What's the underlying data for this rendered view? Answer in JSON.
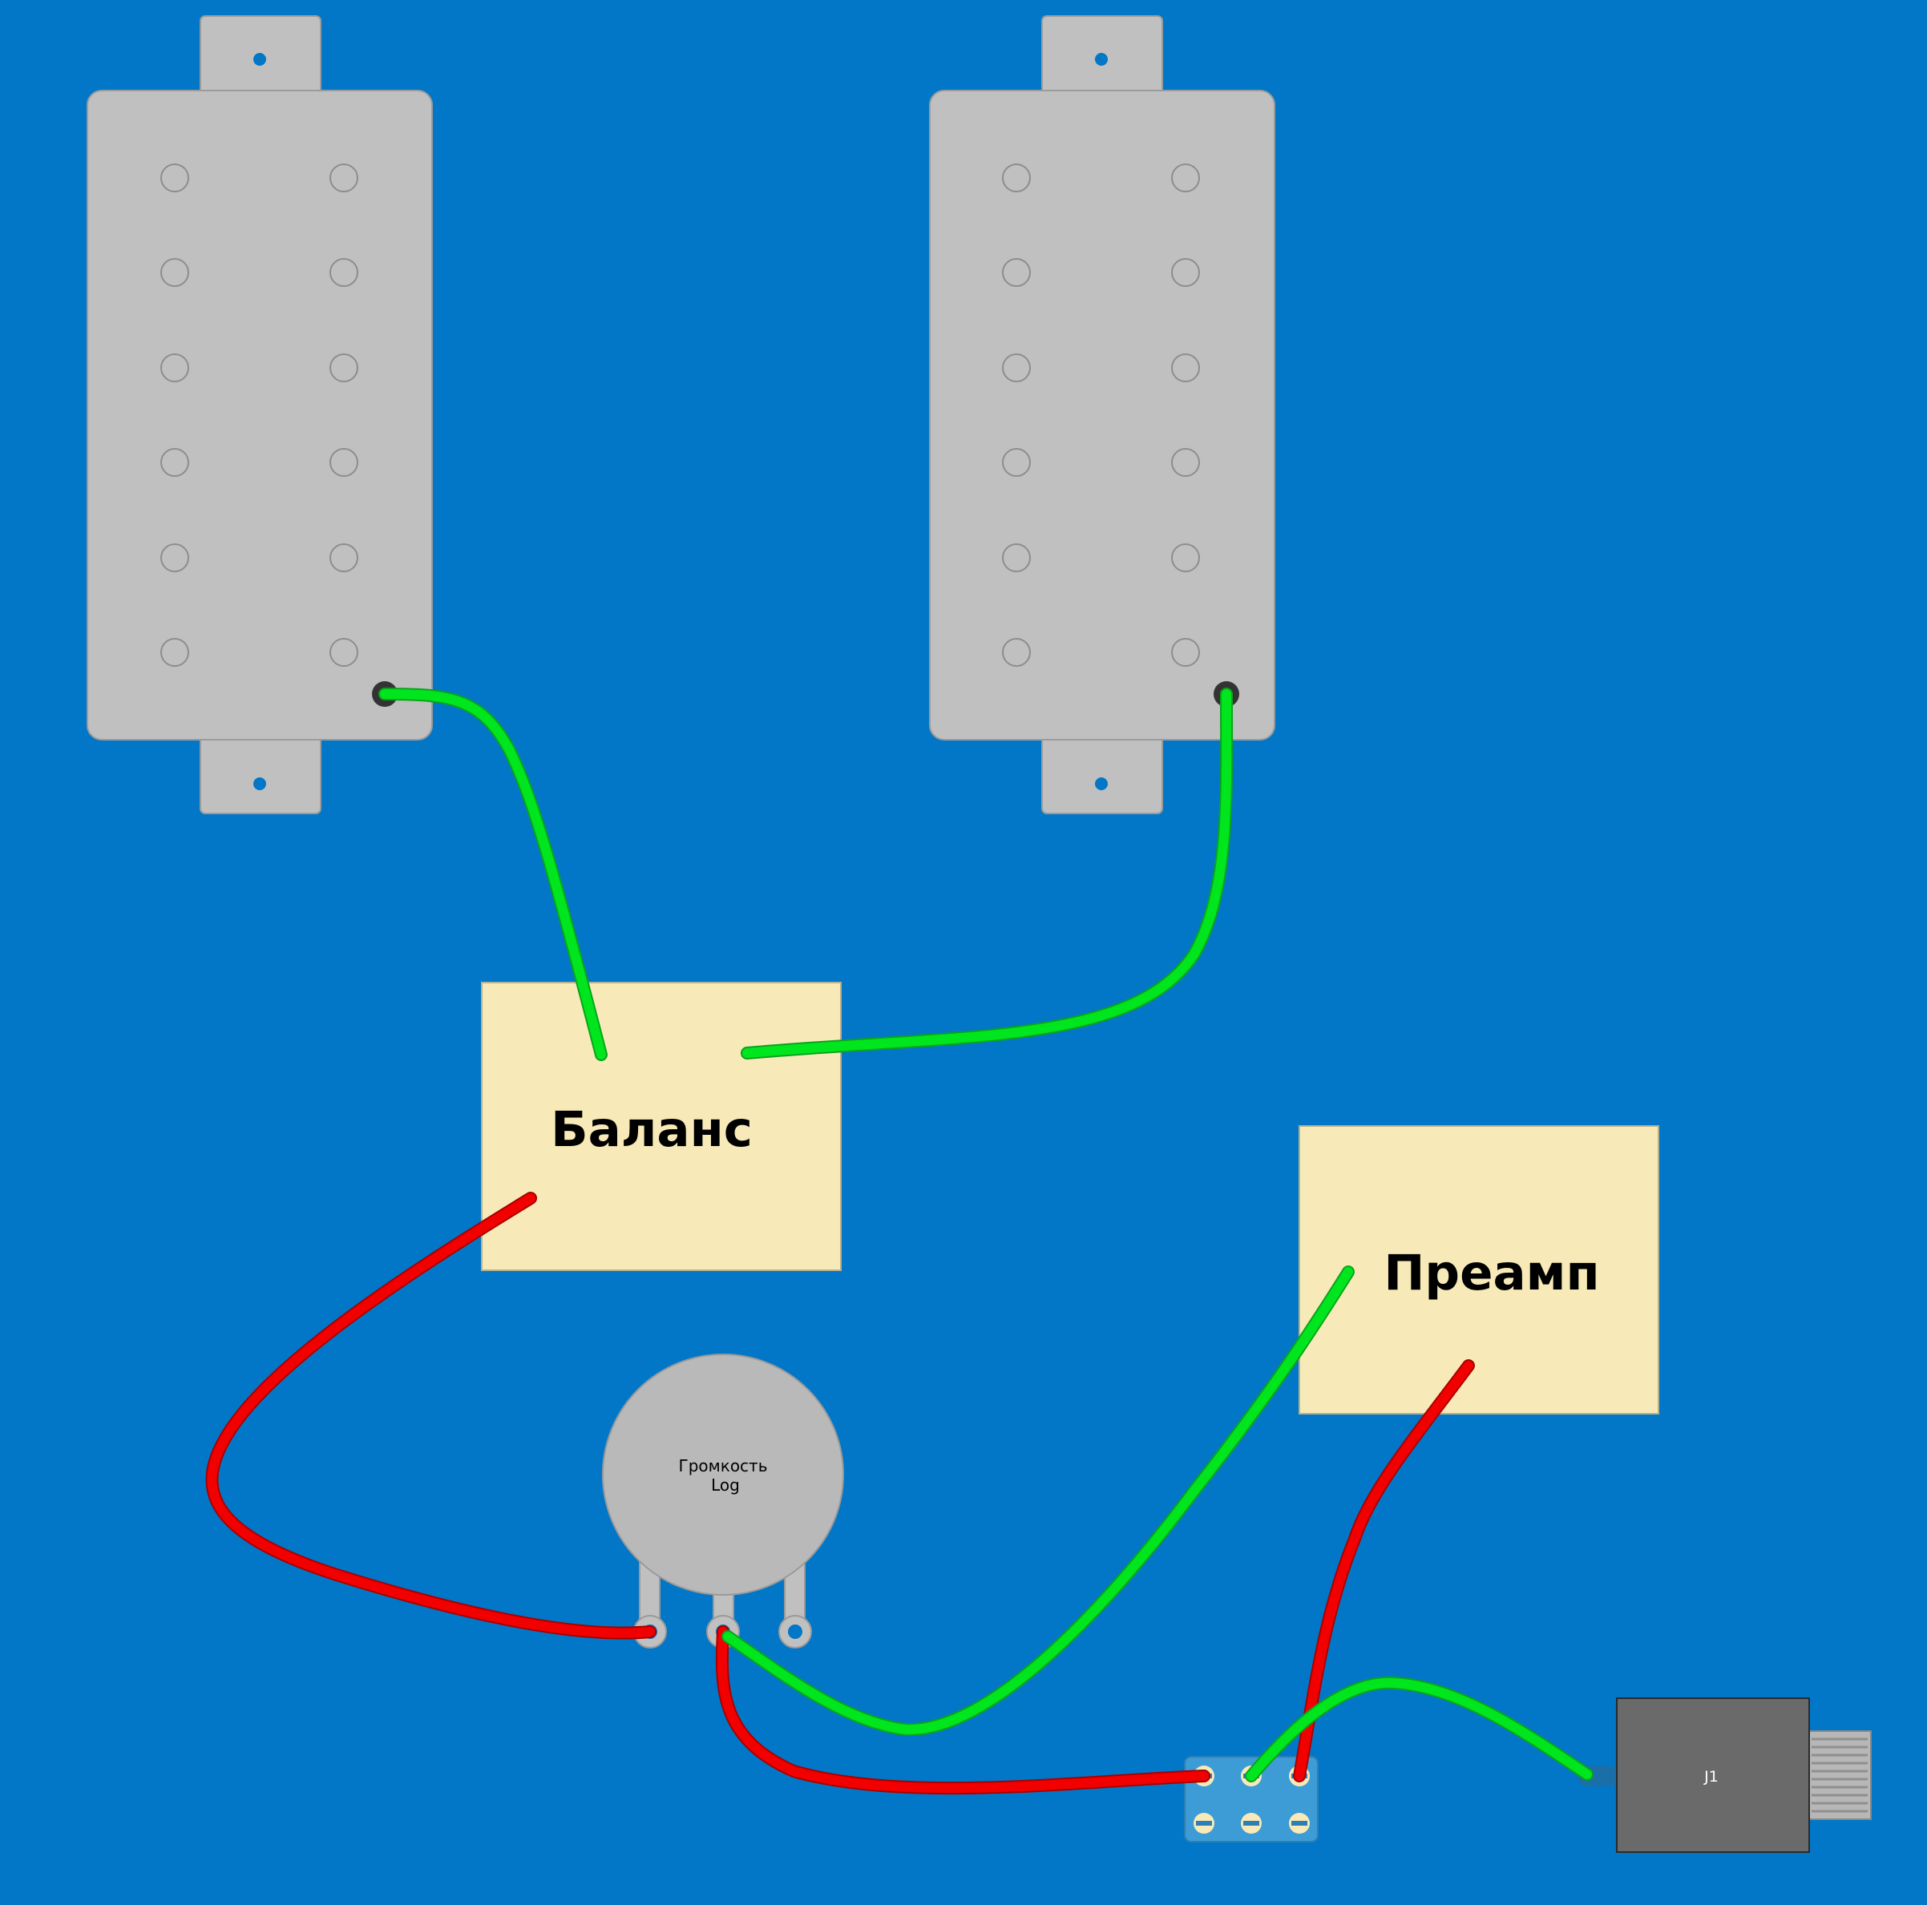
{
  "colors": {
    "background": "#0277c7",
    "pickup": "#c0c0c0",
    "module": "#f7eab8",
    "wire_green": "#00e61e",
    "wire_red": "#f20000",
    "jack_body": "#6a6a6a",
    "terminal_block": "#3d9bd6"
  },
  "modules": {
    "balance_label": "Баланс",
    "preamp_label": "Преамп"
  },
  "pot": {
    "line1": "Громкость",
    "line2": "Log"
  },
  "jack": {
    "label": "J1"
  }
}
